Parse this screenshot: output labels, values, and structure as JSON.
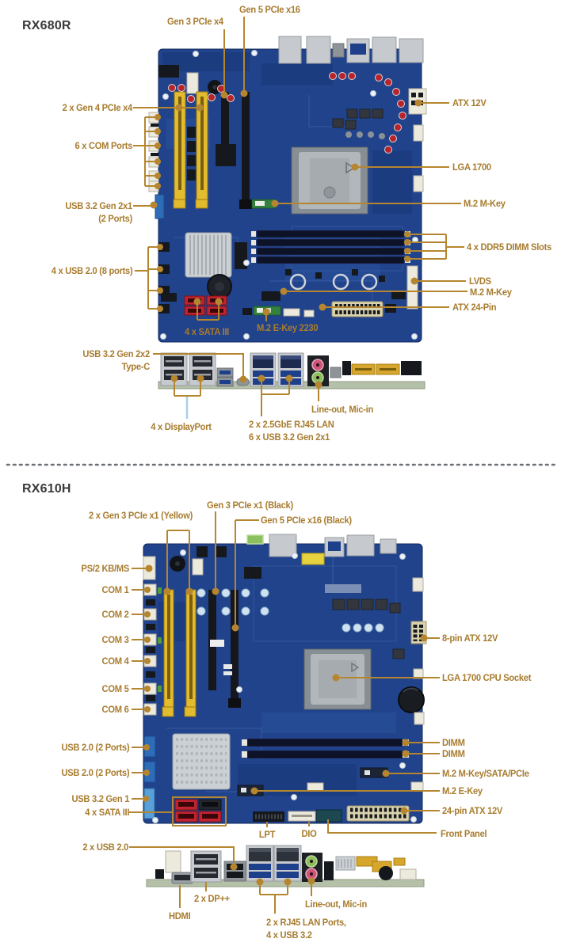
{
  "colors": {
    "label_text": "#a87c2f",
    "leader_line": "#b5862f",
    "displayport_leader": "#a9cfe9",
    "title_text": "#3a3a3c",
    "pcb_blue": "#21438c",
    "slot_yellow": "#e2bc2e",
    "slot_black": "#15171d",
    "sata_red": "#bf2430",
    "separator_dots": "#6a7076"
  },
  "rx680r": {
    "title": "RX680R",
    "labels": {
      "gen3_pcie_x4": "Gen 3 PCIe x4",
      "gen5_pcie_x16": "Gen 5 PCIe x16",
      "gen4_pcie": "2 x Gen 4 PCIe x4",
      "com_ports": "6 x COM Ports",
      "usb32_line1": "USB 3.2 Gen 2x1",
      "usb32_line2": "(2 Ports)",
      "usb20": "4 x USB 2.0 (8 ports)",
      "sata": "4 x SATA III",
      "m2_ekey_2230": "M.2 E-Key 2230",
      "atx_12v": "ATX 12V",
      "lga_1700": "LGA 1700",
      "m2_mkey_a": "M.2 M-Key",
      "ddr5_dimm": "4 x DDR5 DIMM Slots",
      "lvds": "LVDS",
      "m2_mkey_b": "M.2 M-Key",
      "atx_24pin": "ATX 24-Pin",
      "typec_line1": "USB 3.2 Gen 2x2",
      "typec_line2": "Type-C",
      "displayport": "4 x DisplayPort",
      "lineout": "Line-out, Mic-in",
      "lan_line1": "2 x 2.5GbE RJ45 LAN",
      "lan_line2": "6 x USB 3.2 Gen 2x1"
    }
  },
  "rx610h": {
    "title": "RX610H",
    "labels": {
      "gen3_yellow": "2 x Gen 3 PCIe x1 (Yellow)",
      "gen3_black": "Gen 3 PCIe x1 (Black)",
      "gen5_black": "Gen 5 PCIe x16 (Black)",
      "ps2": "PS/2 KB/MS",
      "com1": "COM 1",
      "com2": "COM 2",
      "com3": "COM 3",
      "com4": "COM 4",
      "com5": "COM 5",
      "com6": "COM 6",
      "usb20_a": "USB 2.0 (2 Ports)",
      "usb20_b": "USB 2.0 (2 Ports)",
      "usb32_gen1": "USB 3.2 Gen 1",
      "sata": "4 x SATA III",
      "atx_8pin": "8-pin ATX 12V",
      "lga1700": "LGA 1700 CPU Socket",
      "dimm_a": "DIMM",
      "dimm_b": "DIMM",
      "m2_mkey": "M.2 M-Key/SATA/PCIe",
      "m2_ekey": "M.2 E-Key",
      "atx_24pin": "24-pin ATX 12V",
      "front_panel": "Front Panel",
      "lpt": "LPT",
      "dio": "DIO",
      "usb20_rear": "2 x USB 2.0",
      "dp": "2 x DP++",
      "hdmi": "HDMI",
      "lineout": "Line-out, Mic-in",
      "lan_line1": "2 x RJ45 LAN Ports,",
      "lan_line2": "4 x USB 3.2"
    }
  }
}
